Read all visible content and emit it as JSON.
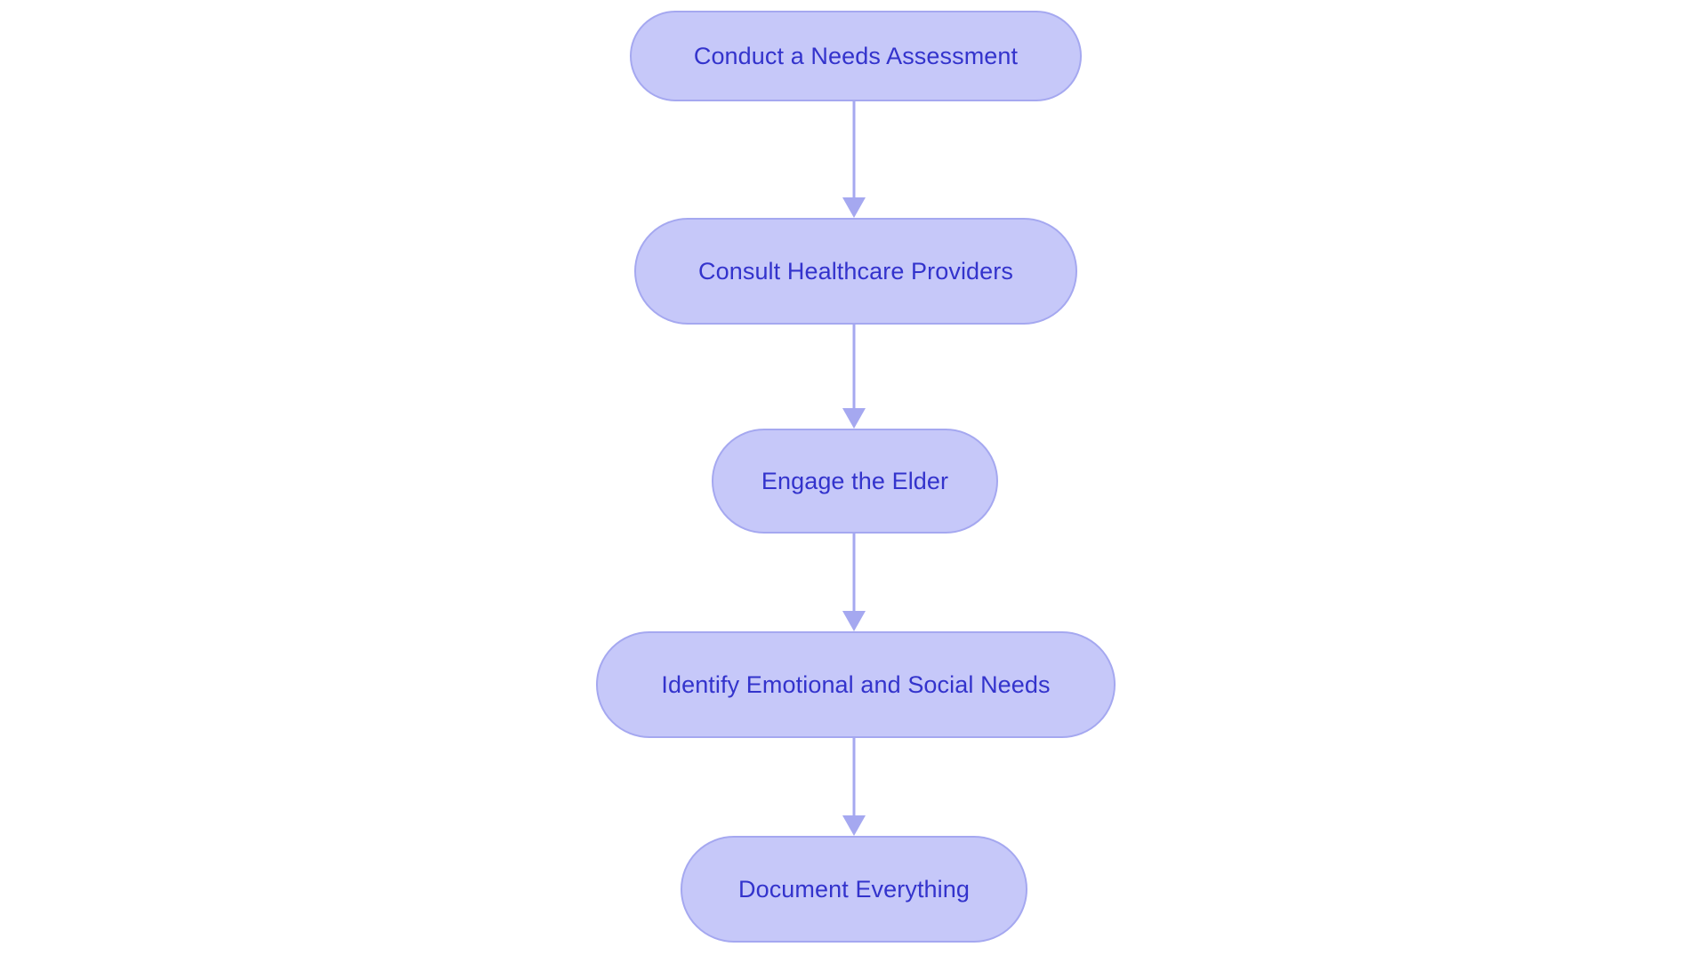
{
  "diagram": {
    "type": "flowchart",
    "orientation": "top-to-bottom",
    "background_color": "#ffffff",
    "node_fill_color": "#c6c8f9",
    "node_border_color": "#a5a8f0",
    "node_text_color": "#3333cc",
    "edge_color": "#a5a8f0",
    "node_count": 5,
    "edge_count": 4,
    "nodes": [
      {
        "id": "node-1",
        "label": "Conduct a Needs Assessment",
        "shape": "stadium",
        "order": 1
      },
      {
        "id": "node-2",
        "label": "Consult Healthcare Providers",
        "shape": "stadium",
        "order": 2
      },
      {
        "id": "node-3",
        "label": "Engage the Elder",
        "shape": "stadium",
        "order": 3
      },
      {
        "id": "node-4",
        "label": "Identify Emotional and Social Needs",
        "shape": "stadium",
        "order": 4
      },
      {
        "id": "node-5",
        "label": "Document Everything",
        "shape": "stadium",
        "order": 5
      }
    ],
    "edges": [
      {
        "id": "edge-1",
        "from": "node-1",
        "to": "node-2",
        "label": "",
        "arrow": "down"
      },
      {
        "id": "edge-2",
        "from": "node-2",
        "to": "node-3",
        "label": "",
        "arrow": "down"
      },
      {
        "id": "edge-3",
        "from": "node-3",
        "to": "node-4",
        "label": "",
        "arrow": "down"
      },
      {
        "id": "edge-4",
        "from": "node-4",
        "to": "node-5",
        "label": "",
        "arrow": "down"
      }
    ]
  }
}
